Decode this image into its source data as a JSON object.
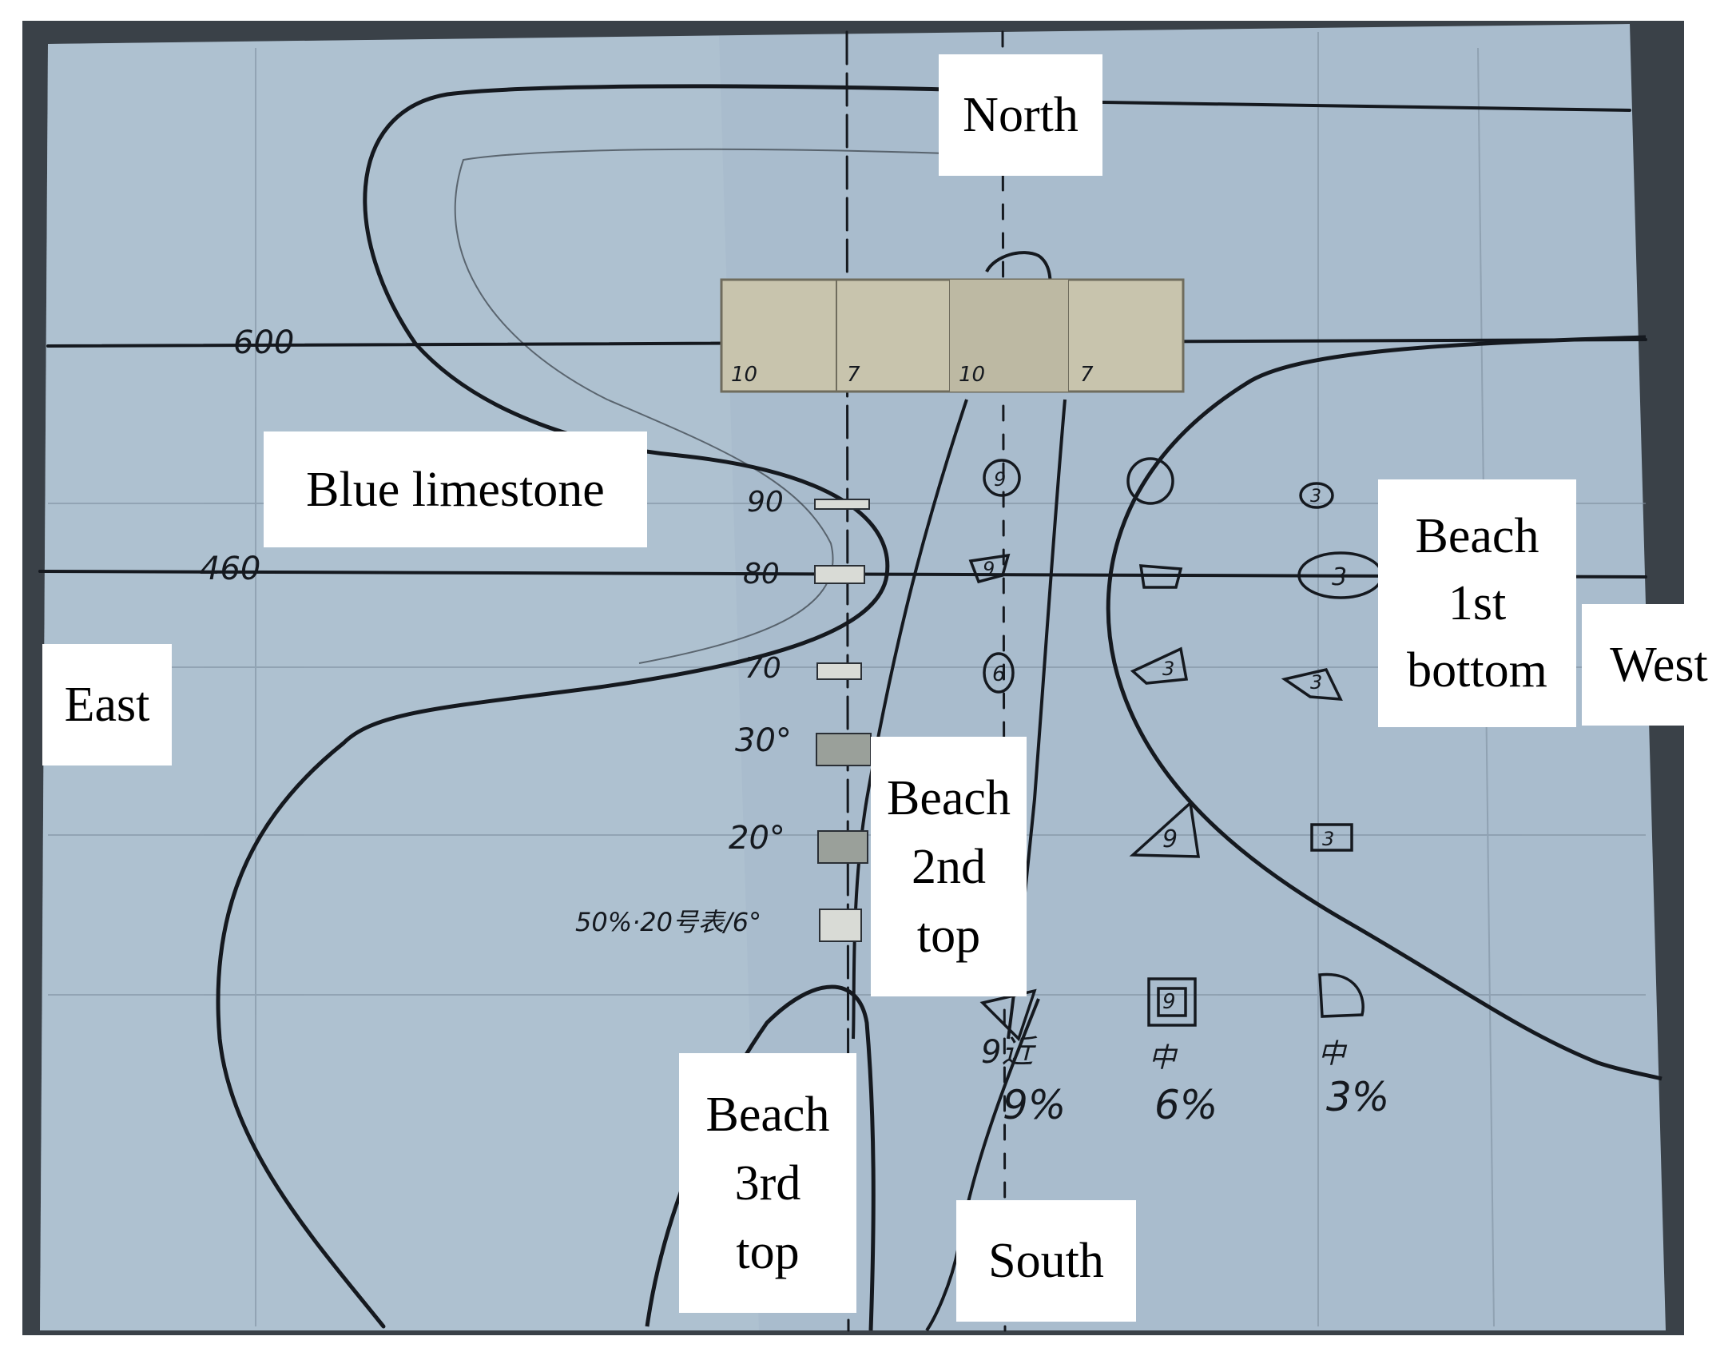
{
  "labels": {
    "north": "North",
    "south": "South",
    "east": "East",
    "west": "West",
    "blue_limestone": "Blue limestone",
    "beach_1st": [
      "Beach",
      "1st",
      "bottom"
    ],
    "beach_2nd": [
      "Beach",
      "2nd",
      "top"
    ],
    "beach_3rd": [
      "Beach",
      "3rd",
      "top"
    ]
  },
  "handwritten": {
    "line_600": "600",
    "line_460": "460",
    "tile_1": "10",
    "tile_2": "7",
    "tile_3": "10",
    "tile_4": "7",
    "deg_90": "90",
    "deg_80": "80",
    "deg_70": "70",
    "deg_30": "30°",
    "deg_20": "20°",
    "note_50": "50%·20号表/6°",
    "near": "9近",
    "pct_9": "9%",
    "mid_1": "中",
    "pct_6": "6%",
    "mid_2": "中",
    "pct_3": "3%",
    "mark_9a": "9",
    "mark_9b": "9",
    "mark_6": "6",
    "mark_3a": "3",
    "mark_3b": "3",
    "mark_3c": "3",
    "mark_3d": "3",
    "mark_9c": "9",
    "mark_9d": "9",
    "mark_3e": "3"
  },
  "colors": {
    "board": "#a9bccd",
    "board_light": "#b8c9d8",
    "frame": "#3a4148",
    "ink": "#15191f",
    "tile": "#c8c4ad"
  }
}
